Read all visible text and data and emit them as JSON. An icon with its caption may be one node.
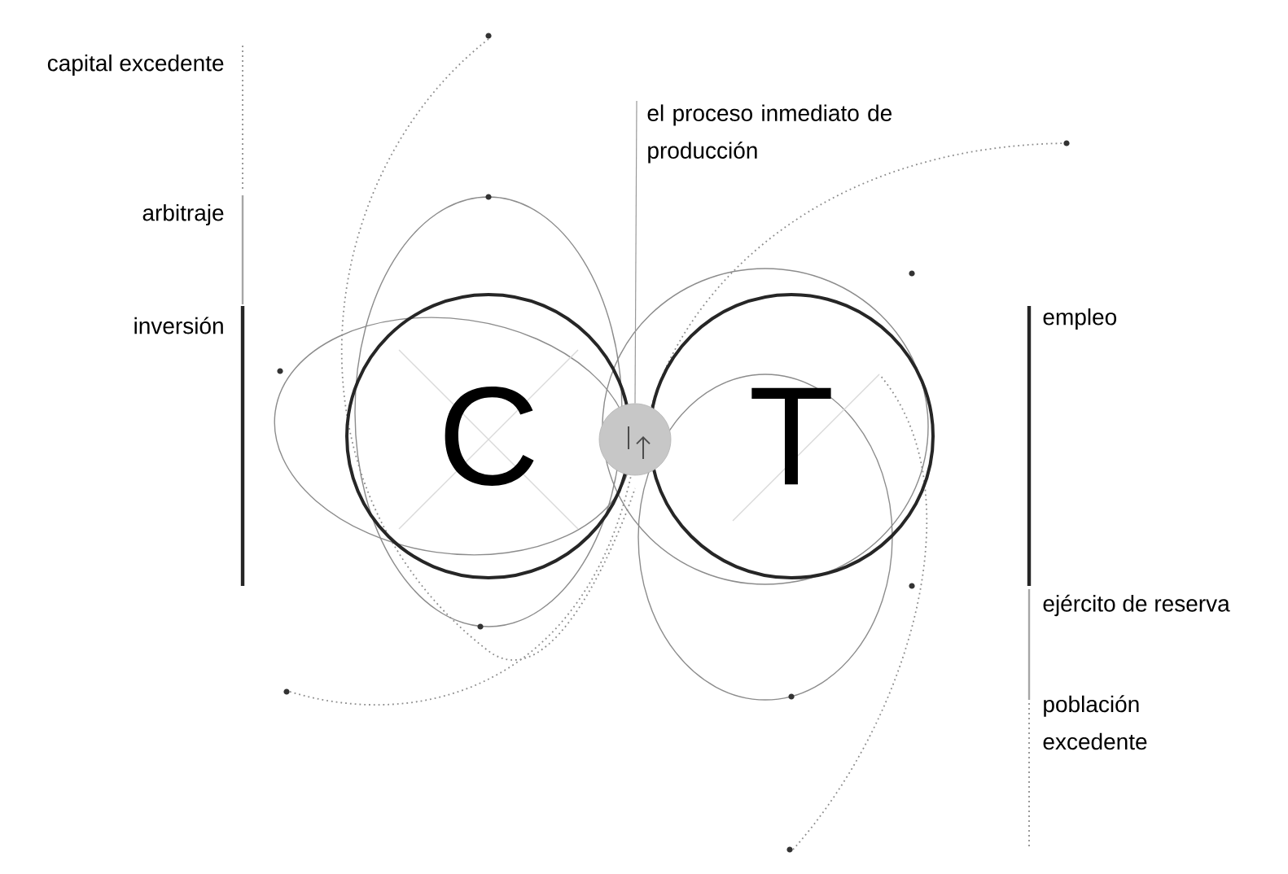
{
  "diagram": {
    "nodes": [
      {
        "text": [
          "C"
        ]
      },
      {
        "text": [
          "T"
        ]
      },
      {
        "text": [],
        "shape": "circle"
      },
      {
        "text": [
          "el proceso inmediato de producción"
        ]
      }
    ],
    "edges": [
      {
        "from": 3,
        "to": 2,
        "arrow": "none"
      }
    ],
    "labels": [
      "capital excedente",
      "arbitraje",
      "inversión",
      "empleo",
      "ejército de reserva",
      "población excedente"
    ]
  }
}
